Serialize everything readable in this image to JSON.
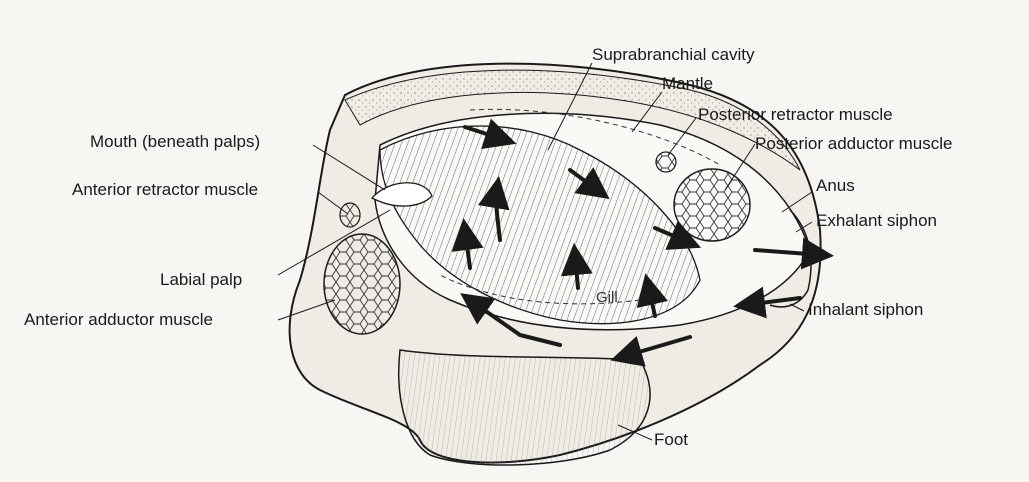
{
  "labels": {
    "suprabranchial_cavity": "Suprabranchial cavity",
    "mantle": "Mantle",
    "posterior_retractor_muscle": "Posterior retractor muscle",
    "posterior_adductor_muscle": "Posterior adductor muscle",
    "mouth": "Mouth (beneath palps)",
    "anterior_retractor_muscle": "Anterior retractor muscle",
    "anus": "Anus",
    "exhalant_siphon": "Exhalant siphon",
    "labial_palp": "Labial palp",
    "anterior_adductor_muscle": "Anterior adductor muscle",
    "inhalant_siphon": "Inhalant siphon",
    "gill": "Gill",
    "foot": "Foot"
  },
  "colors": {
    "ink": "#1a1a1a",
    "background": "#f7f6f3",
    "tissue": "#efece6"
  }
}
